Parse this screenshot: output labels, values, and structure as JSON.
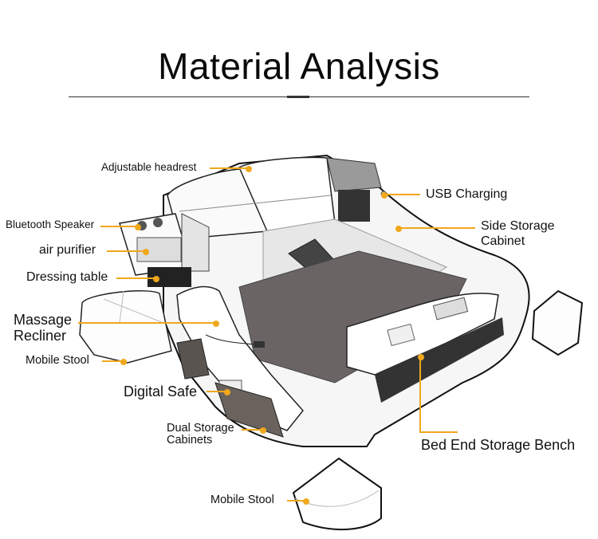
{
  "header": {
    "title": "Material Analysis"
  },
  "accent_color": "#f0a81c",
  "callouts": [
    {
      "id": "adjustable-headrest",
      "label": "Adjustable headrest"
    },
    {
      "id": "usb-charging",
      "label": "USB Charging"
    },
    {
      "id": "bluetooth-speaker",
      "label": "Bluetooth Speaker"
    },
    {
      "id": "side-storage-cabinet",
      "label_line1": "Side Storage",
      "label_line2": "Cabinet"
    },
    {
      "id": "air-purifier",
      "label": "air purifier"
    },
    {
      "id": "dressing-table",
      "label": "Dressing table"
    },
    {
      "id": "massage-recliner",
      "label_line1": "Massage",
      "label_line2": "Recliner"
    },
    {
      "id": "mobile-stool-left",
      "label": "Mobile Stool"
    },
    {
      "id": "digital-safe",
      "label": "Digital Safe"
    },
    {
      "id": "dual-storage-cabinets",
      "label_line1": "Dual Storage",
      "label_line2": "Cabinets"
    },
    {
      "id": "bed-end-storage-bench",
      "label": "Bed End Storage Bench"
    },
    {
      "id": "mobile-stool-bottom",
      "label": "Mobile Stool"
    }
  ]
}
